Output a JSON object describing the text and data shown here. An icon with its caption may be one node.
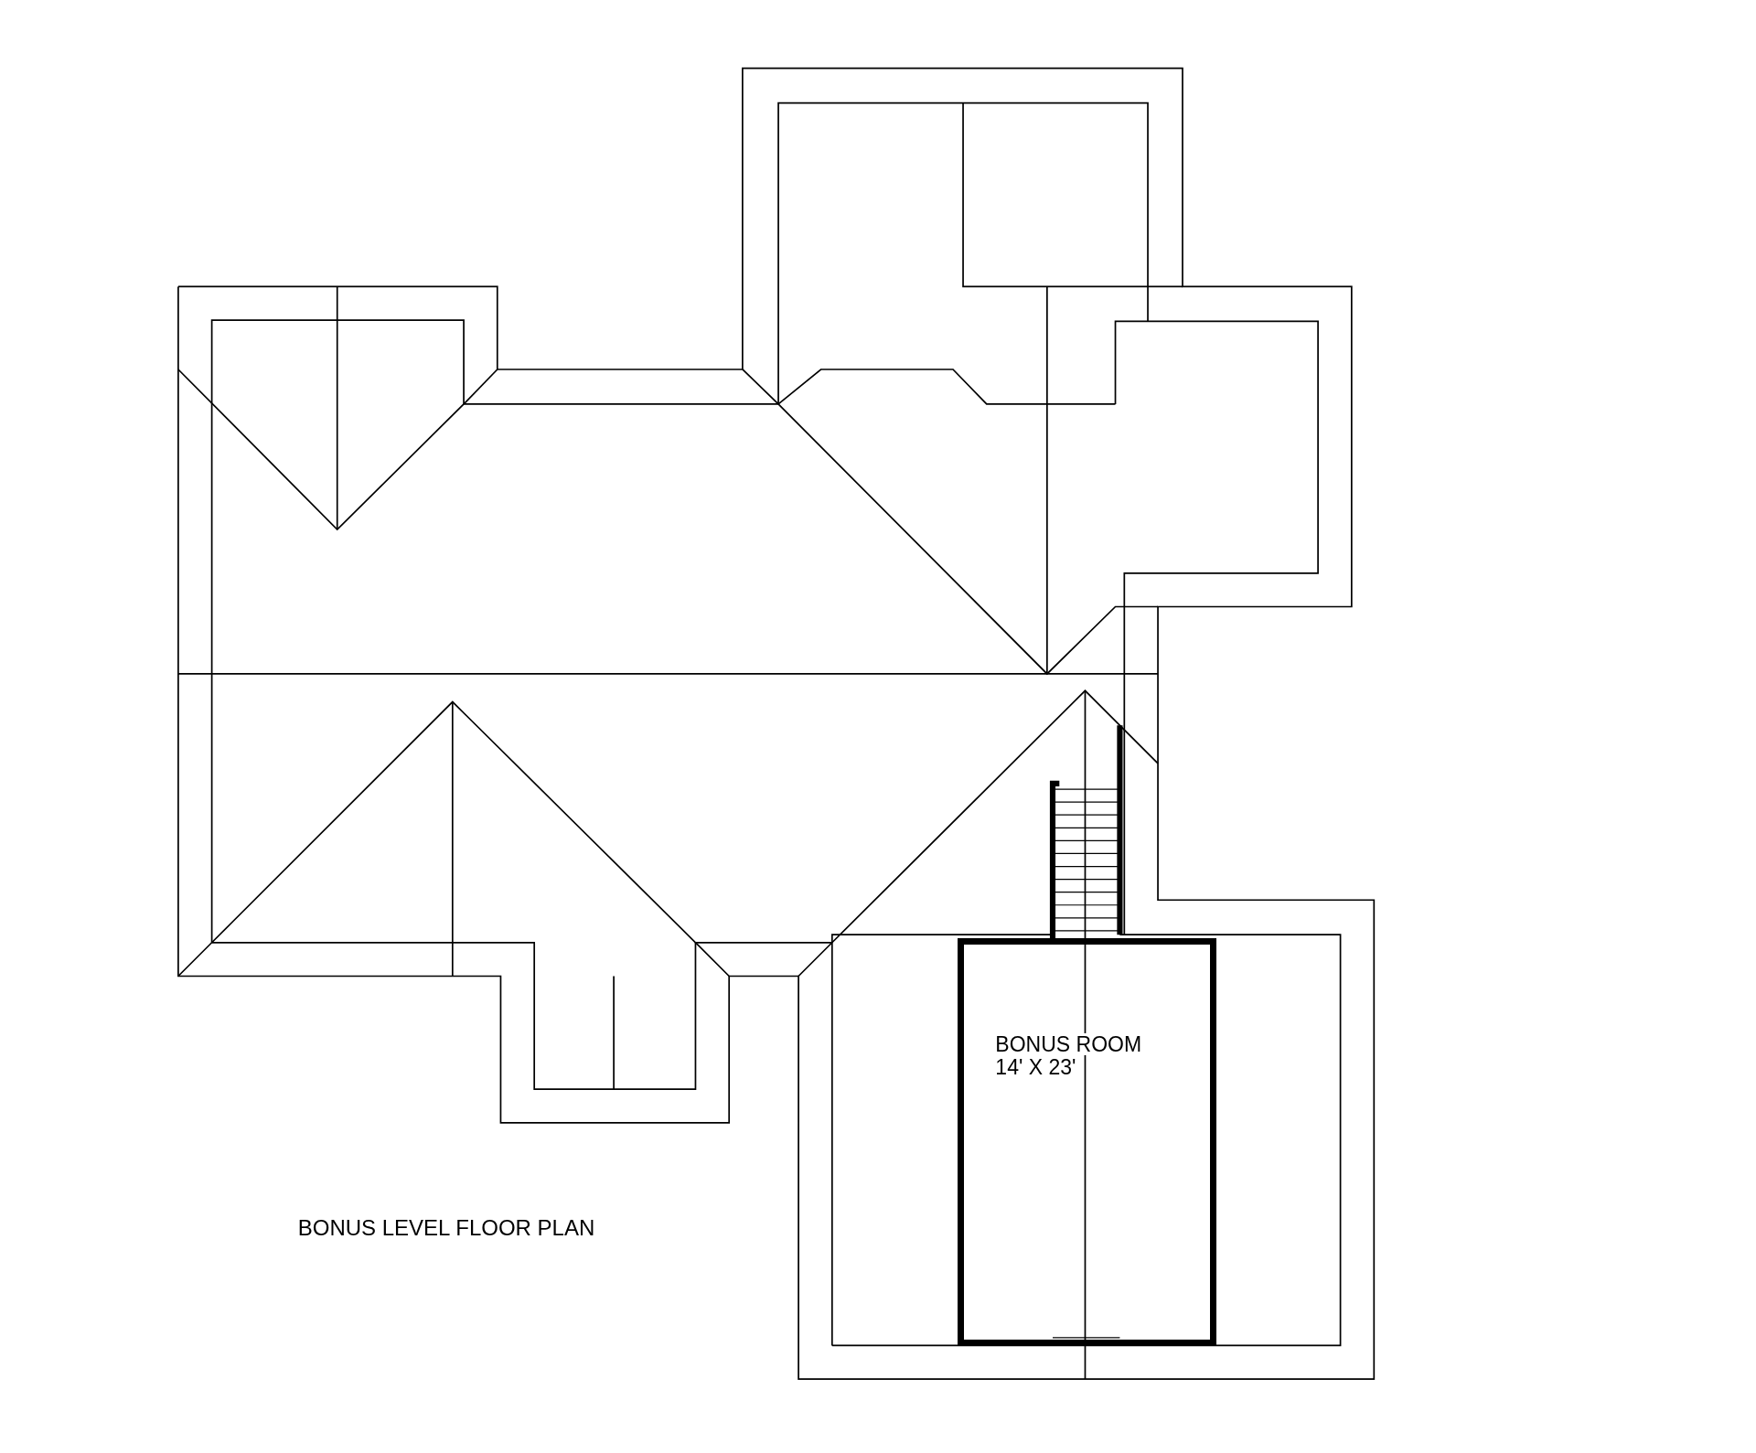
{
  "diagram": {
    "title": "BONUS LEVEL FLOOR PLAN",
    "nodes": [
      {
        "text": [
          "BONUS ROOM",
          "14' X 23'"
        ]
      }
    ]
  }
}
